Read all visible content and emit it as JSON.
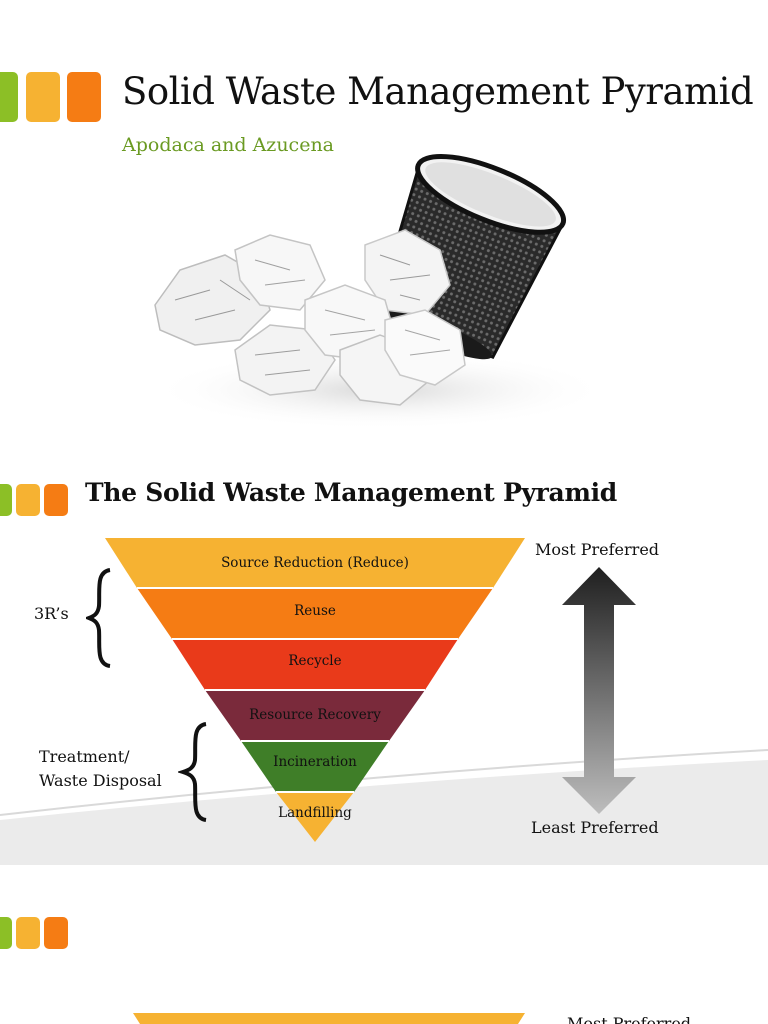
{
  "colors": {
    "green": "#8cbf26",
    "yellow": "#f6b232",
    "orange": "#f57c14",
    "red": "#e93a1a",
    "maroon": "#7a2a3b",
    "dark_green": "#3f7e28",
    "subtitle_green": "#6a9a22"
  },
  "slide1": {
    "title": "Solid Waste Management Pyramid",
    "subtitle": "Apodaca and Azucena",
    "image_icon": "crumpled-paper-waste-basket-image"
  },
  "slide2": {
    "title": "The Solid Waste Management Pyramid",
    "tiers": [
      {
        "label": "Source Reduction (Reduce)",
        "color": "#f6b232"
      },
      {
        "label": "Reuse",
        "color": "#f57c14"
      },
      {
        "label": "Recycle",
        "color": "#e93a1a"
      },
      {
        "label": "Resource Recovery",
        "color": "#7a2a3b"
      },
      {
        "label": "Incineration",
        "color": "#3f7e28"
      },
      {
        "label": "Landfilling",
        "color": "#f6b232"
      }
    ],
    "group_3rs_label": "3R’s",
    "group_treatment_line1": "Treatment/",
    "group_treatment_line2": "Waste Disposal",
    "most_preferred": "Most Preferred",
    "least_preferred": "Least Preferred"
  },
  "slide3": {
    "partial_label": "Most Preferred"
  }
}
